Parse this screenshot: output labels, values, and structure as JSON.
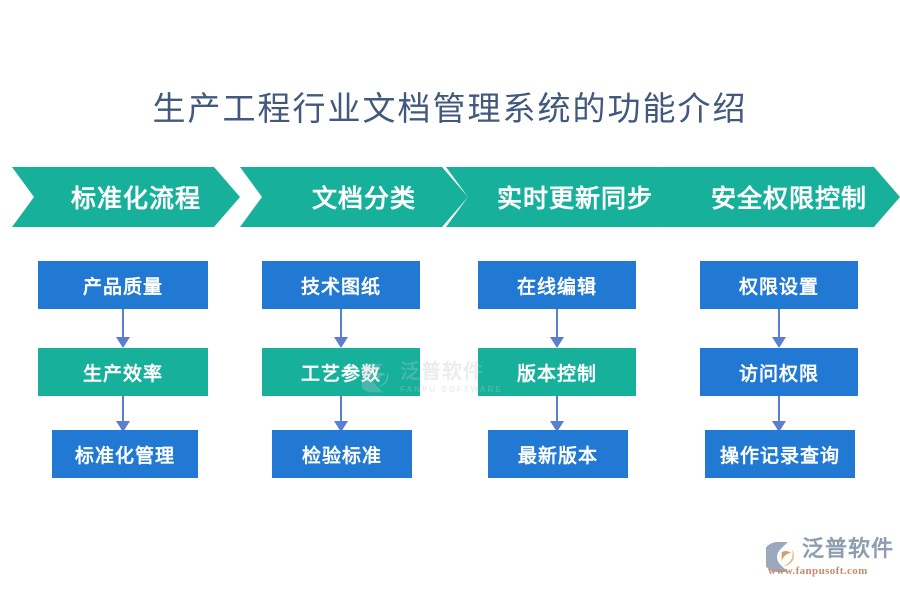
{
  "page": {
    "title": "生产工程行业文档管理系统的功能介绍",
    "background_color": "#ffffff",
    "title_color": "#42597d"
  },
  "theme": {
    "blue": "#2279d3",
    "teal": "#17b09a",
    "arrow": "#5a7ed2",
    "white": "#ffffff"
  },
  "banners": [
    {
      "label": "标准化流程"
    },
    {
      "label": "文档分类"
    },
    {
      "label": "实时更新同步"
    },
    {
      "label": "安全权限控制"
    }
  ],
  "columns": [
    {
      "banner": "标准化流程",
      "nodes": [
        {
          "label": "产品质量",
          "color": "blue"
        },
        {
          "label": "生产效率",
          "color": "teal"
        },
        {
          "label": "标准化管理",
          "color": "blue"
        }
      ]
    },
    {
      "banner": "文档分类",
      "nodes": [
        {
          "label": "技术图纸",
          "color": "blue"
        },
        {
          "label": "工艺参数",
          "color": "teal"
        },
        {
          "label": "检验标准",
          "color": "blue"
        }
      ]
    },
    {
      "banner": "实时更新同步",
      "nodes": [
        {
          "label": "在线编辑",
          "color": "blue"
        },
        {
          "label": "版本控制",
          "color": "teal"
        },
        {
          "label": "最新版本",
          "color": "blue"
        }
      ]
    },
    {
      "banner": "安全权限控制",
      "nodes": [
        {
          "label": "权限设置",
          "color": "blue"
        },
        {
          "label": "访问权限",
          "color": "blue"
        },
        {
          "label": "操作记录查询",
          "color": "blue"
        }
      ]
    }
  ],
  "watermark": {
    "brand_cn": "泛普软件",
    "brand_en": "FANPU SOFTWARE",
    "color": "#b9c6cf"
  },
  "logo": {
    "brand_cn": "泛普软件",
    "url": "www.fanpusoft.com",
    "text_color": "#8e9db1",
    "url_color": "#c98a6a"
  }
}
